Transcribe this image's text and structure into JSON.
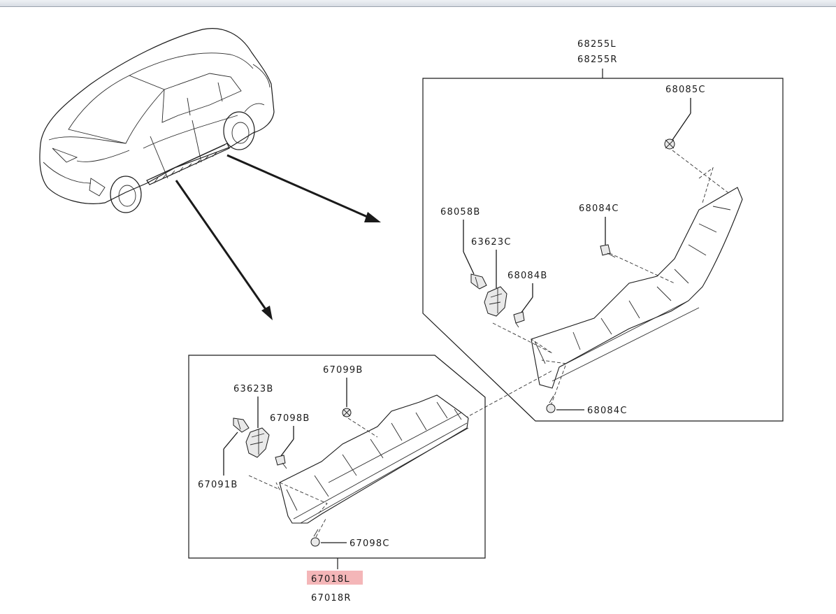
{
  "colors": {
    "highlight": "#f4b6b8",
    "line": "#1a1a1a"
  },
  "labels": {
    "top_group": [
      "68255L",
      "68255R"
    ],
    "bottom_group": [
      "67018L",
      "67018R"
    ],
    "p68085c": "68085C",
    "p68058b": "68058B",
    "p63623c": "63623C",
    "p68084b": "68084B",
    "p68084c_upper": "68084C",
    "p68084c_lower": "68084C",
    "p67099b": "67099B",
    "p63623b": "63623B",
    "p67098b": "67098B",
    "p67091b": "67091B",
    "p67098c": "67098C"
  },
  "highlighted_part": "67018L"
}
